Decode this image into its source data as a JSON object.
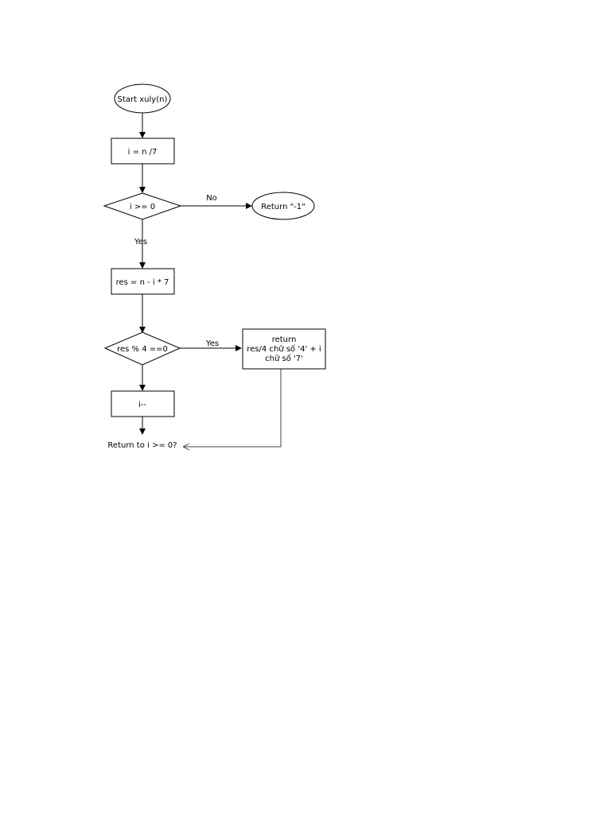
{
  "nodes": {
    "start": "Start xuly(n)",
    "init": "i = n /7",
    "cond_i": "i >= 0",
    "ret_neg": "Return \"-1\"",
    "calc_res": "res = n - i * 7",
    "cond_res": "res % 4 ==0",
    "ret_line1": "return",
    "ret_line2": "res/4 chữ số '4' + i",
    "ret_line3": "chữ số '7'",
    "dec": "i--",
    "loop_back": "Return to i >= 0?"
  },
  "edges": {
    "no": "No",
    "yes1": "Yes",
    "yes2": "Yes"
  }
}
